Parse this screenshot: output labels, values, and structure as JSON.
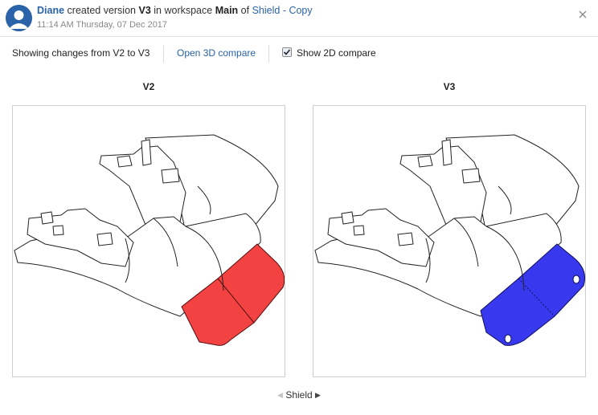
{
  "header": {
    "user": "Diane",
    "text_created": "created version",
    "version": "V3",
    "text_in": "in workspace",
    "workspace": "Main",
    "text_of": "of",
    "document": "Shield - Copy",
    "timestamp": "11:14 AM Thursday, 07 Dec 2017"
  },
  "toolbar": {
    "changes_text": "Showing changes from V2 to V3",
    "open_3d_label": "Open 3D compare",
    "show_2d_label": "Show 2D compare",
    "show_2d_checked": true
  },
  "compare": {
    "left_title": "V2",
    "right_title": "V3",
    "left_highlight_color": "#f24242",
    "right_highlight_color": "#3838ee"
  },
  "footer": {
    "part_name": "Shield"
  }
}
